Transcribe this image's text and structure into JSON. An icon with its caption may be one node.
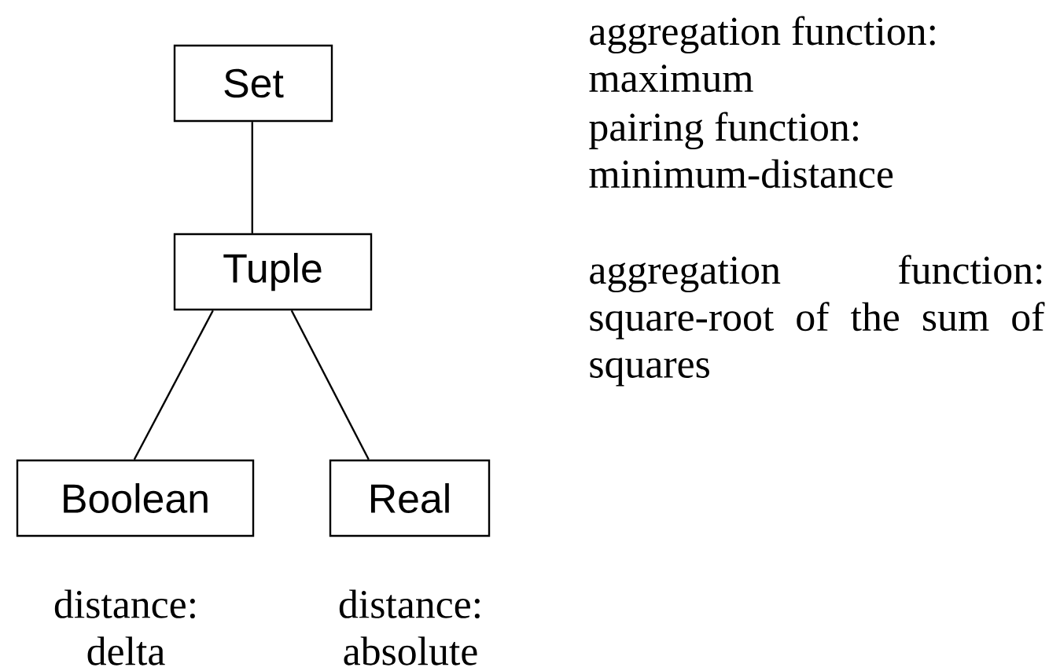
{
  "diagram": {
    "nodes": [
      {
        "text": [
          "Set"
        ]
      },
      {
        "text": [
          "Tuple"
        ]
      },
      {
        "text": [
          "Boolean"
        ],
        "beside": [
          "distance: delta"
        ]
      },
      {
        "text": [
          "Real"
        ],
        "beside": [
          "distance: absolute"
        ]
      }
    ],
    "edges": [
      {
        "from": 0,
        "to": 1,
        "arrow": "none"
      },
      {
        "from": 1,
        "to": 2,
        "arrow": "none"
      },
      {
        "from": 1,
        "to": 3,
        "arrow": "none"
      }
    ],
    "labels": [
      "aggregation function: maximum",
      "pairing function: minimum-distance",
      "aggregation function: square-root of the sum of squares"
    ]
  }
}
